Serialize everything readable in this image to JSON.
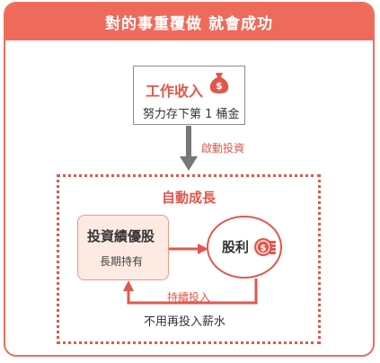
{
  "header": {
    "title": "對的事重覆做 就會成功"
  },
  "income_box": {
    "title": "工作收入",
    "subtitle": "努力存下第 1 桶金"
  },
  "invest_arrow": {
    "label": "啟動投資"
  },
  "auto_growth": {
    "label": "自動成長"
  },
  "stock_box": {
    "title": "投資績優股",
    "subtitle": "長期持有"
  },
  "dividend": {
    "label": "股利"
  },
  "cycle": {
    "continue_label": "持續投入",
    "no_salary_label": "不用再投入薪水"
  },
  "colors": {
    "accent": "#e2574c",
    "header_bg": "#ee6b5b",
    "stock_bg": "#fdeae3",
    "arrow_gray": "#777777"
  }
}
